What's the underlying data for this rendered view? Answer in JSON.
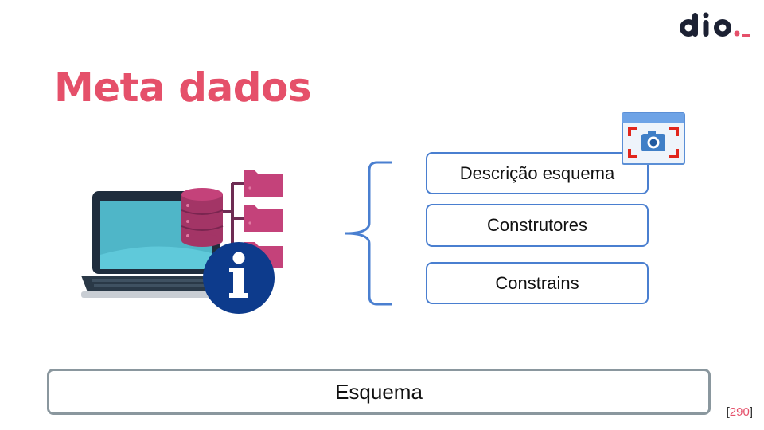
{
  "logo": {
    "text": "dio._",
    "icon": "dio-logo"
  },
  "slide": {
    "title": "Meta dados",
    "items": [
      {
        "label": "Descrição esquema"
      },
      {
        "label": "Construtores"
      },
      {
        "label": "Constrains"
      }
    ],
    "bottom_label": "Esquema",
    "page_number": "290",
    "page_open": "[",
    "page_close": "]"
  },
  "icons": {
    "illustration": "laptop-database-info-icon",
    "screenshot": "screenshot-capture-icon",
    "brace": "curly-brace"
  },
  "colors": {
    "title": "#e5506a",
    "box_border": "#4a7fd0",
    "bottom_border": "#8a979e",
    "logo_dark": "#1c2133",
    "logo_accent": "#e5506a"
  }
}
